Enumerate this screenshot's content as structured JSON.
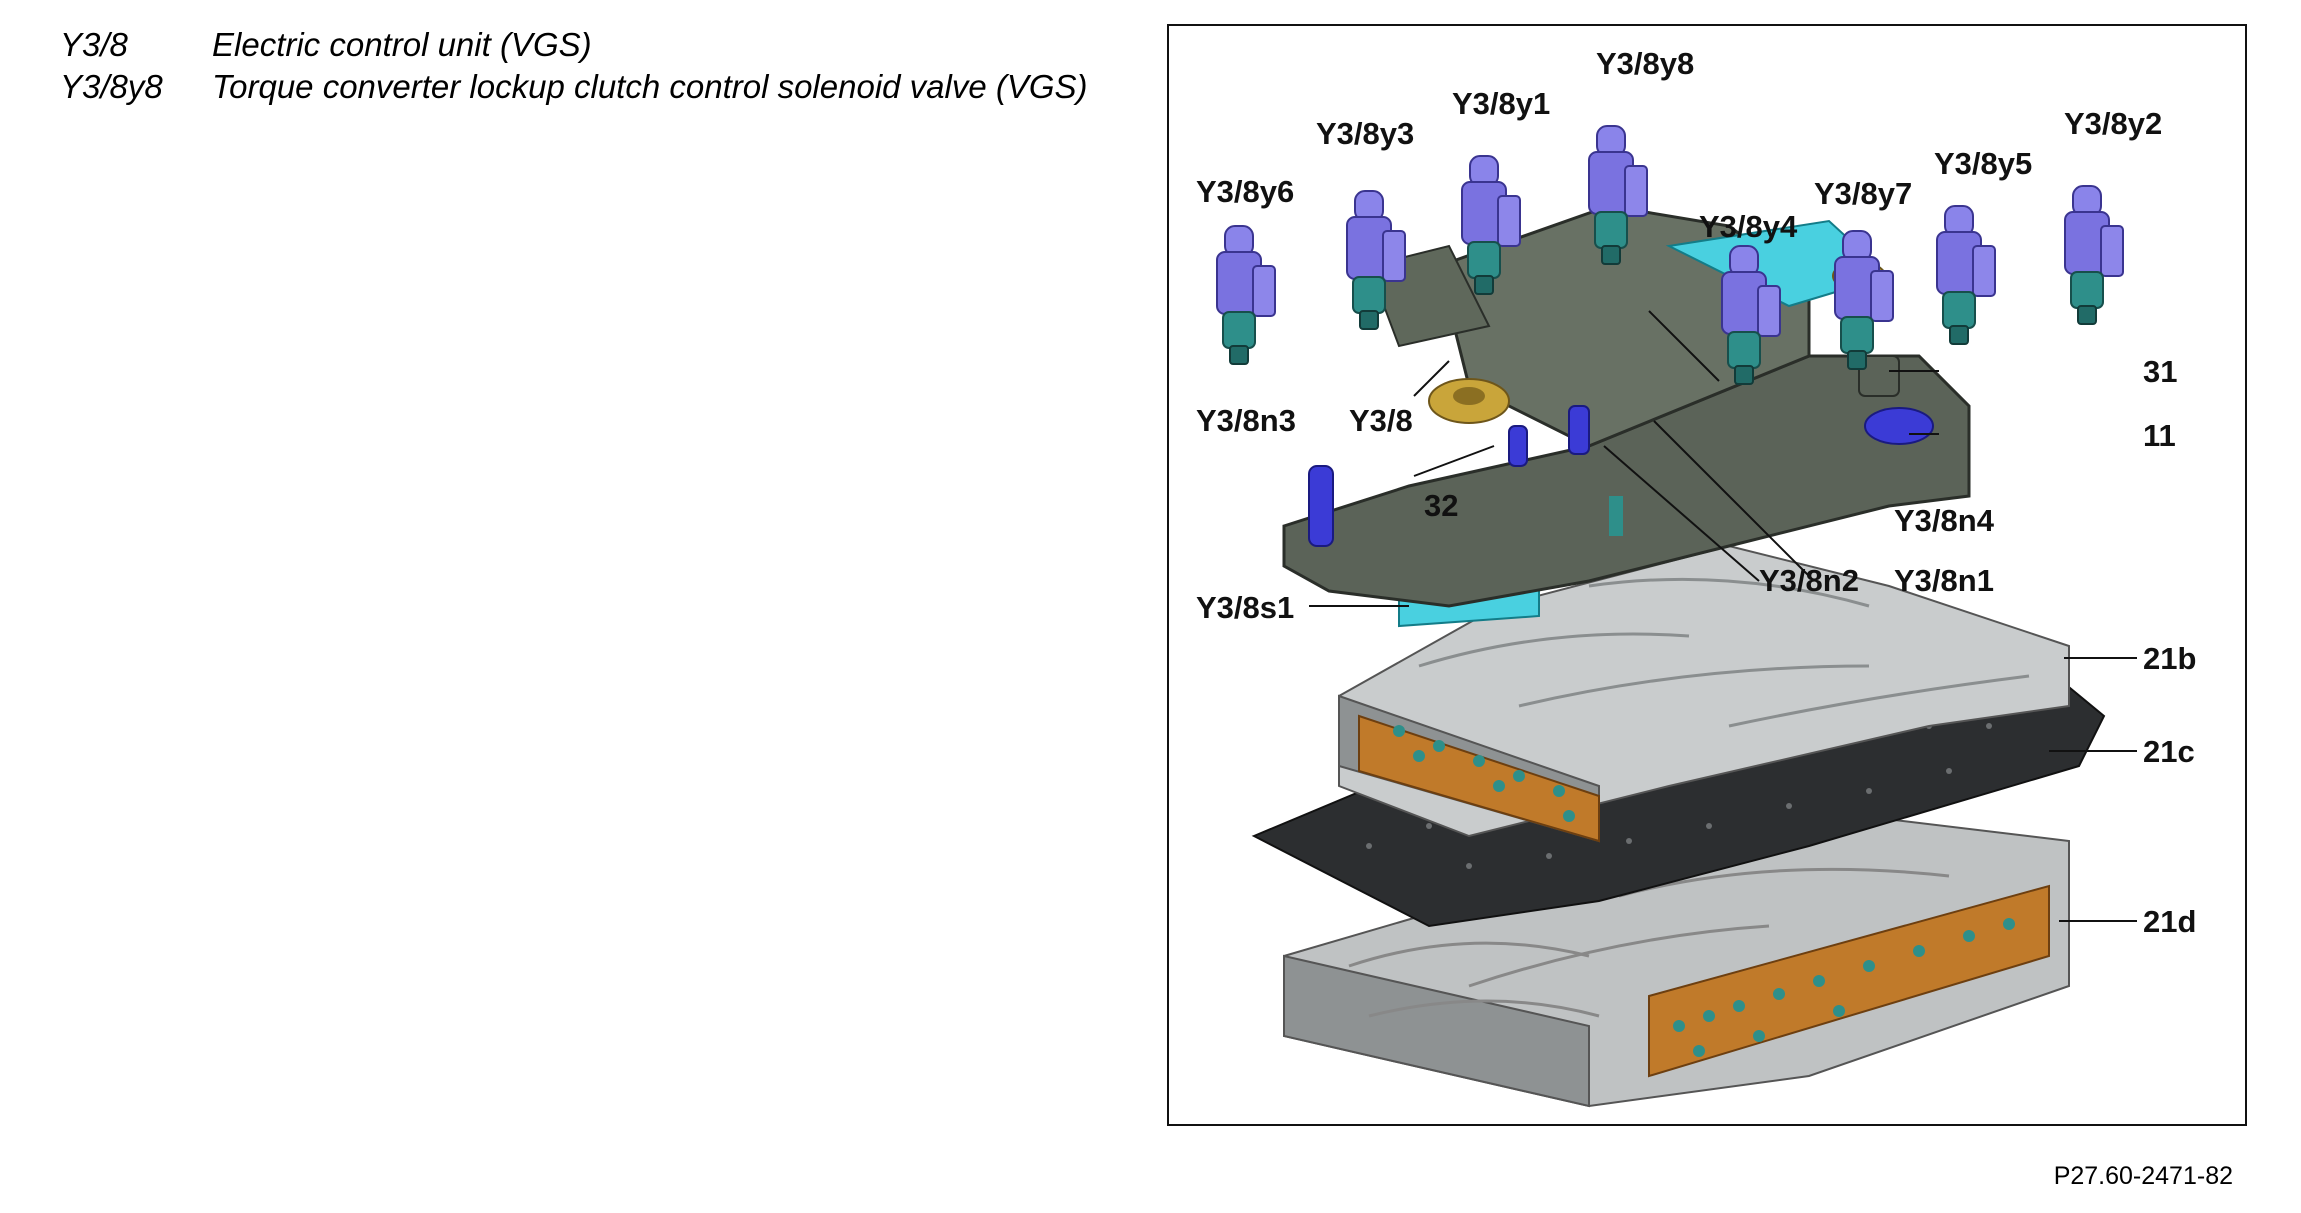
{
  "legend": [
    {
      "code": "Y3/8",
      "description": "Electric control unit (VGS)"
    },
    {
      "code": "Y3/8y8",
      "description": "Torque converter lockup clutch control solenoid valve (VGS)"
    }
  ],
  "figure": {
    "callouts": {
      "y3_8y8": "Y3/8y8",
      "y3_8y1": "Y3/8y1",
      "y3_8y3": "Y3/8y3",
      "y3_8y6": "Y3/8y6",
      "y3_8y4": "Y3/8y4",
      "y3_8y7": "Y3/8y7",
      "y3_8y5": "Y3/8y5",
      "y3_8y2": "Y3/8y2",
      "c31": "31",
      "c11": "11",
      "y3_8n3": "Y3/8n3",
      "y3_8": "Y3/8",
      "c32": "32",
      "y3_8n4": "Y3/8n4",
      "y3_8n2": "Y3/8n2",
      "y3_8n1": "Y3/8n1",
      "y3_8s1": "Y3/8s1",
      "c21b": "21b",
      "c21c": "21c",
      "c21d": "21d"
    },
    "colors": {
      "solenoid_body": "#7a72e0",
      "solenoid_base": "#2e8f8a",
      "control_unit": "#5b6358",
      "sensor_cyan": "#49d0e0",
      "sensor_gold": "#c9a53a",
      "sensor_blue": "#3b3bd6",
      "valve_body": "#bfc2c3",
      "plate": "#2c2e30",
      "gasket_orange": "#c07a2a"
    }
  },
  "reference": "P27.60-2471-82"
}
